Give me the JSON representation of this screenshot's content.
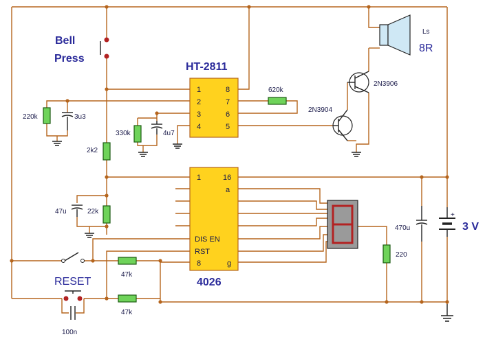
{
  "labels": {
    "bell": "Bell",
    "press": "Press",
    "ls": "Ls",
    "speaker_ohms": "8R",
    "ic1": "HT-2811",
    "ic2": "4026",
    "transistor_pnp": "2N3906",
    "transistor_npn": "2N3904",
    "r_620k": "620k",
    "r_220k": "220k",
    "c_3u3": "3u3",
    "r_330k": "330k",
    "c_4u7": "4u7",
    "r_2k2": "2k2",
    "c_47u": "47u",
    "r_22k": "22k",
    "c_470u": "470u",
    "r_220": "220",
    "battery": "3 V",
    "r_47k_a": "47k",
    "r_47k_b": "47k",
    "reset": "RESET",
    "c_100n": "100n"
  },
  "ic1_pins": {
    "p1": "1",
    "p2": "2",
    "p3": "3",
    "p4": "4",
    "p8": "8",
    "p7": "7",
    "p6": "6",
    "p5": "5"
  },
  "ic2_pins": {
    "p1": "1",
    "p16": "16",
    "a": "a",
    "dis_en": "DIS EN",
    "rst": "RST",
    "p8": "8",
    "g": "g"
  },
  "colors": {
    "wire": "#b5651d",
    "ic_fill": "#ffd21e",
    "resistor_fill": "#6fd35a",
    "label_text": "#2a2a9a",
    "display_segment": "#b22222"
  }
}
